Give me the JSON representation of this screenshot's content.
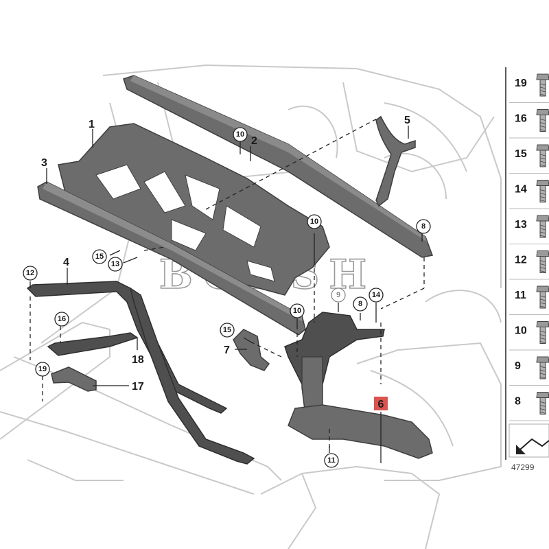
{
  "diagram": {
    "watermark": "BOBSH",
    "catalog_number": "47299",
    "plain_labels": [
      {
        "id": "1",
        "text": "1"
      },
      {
        "id": "2",
        "text": "2"
      },
      {
        "id": "3",
        "text": "3"
      },
      {
        "id": "4",
        "text": "4"
      },
      {
        "id": "5",
        "text": "5"
      },
      {
        "id": "7",
        "text": "7"
      },
      {
        "id": "17",
        "text": "17"
      },
      {
        "id": "18",
        "text": "18"
      }
    ],
    "circled_labels": [
      {
        "id": "c10a",
        "text": "10"
      },
      {
        "id": "c10b",
        "text": "10"
      },
      {
        "id": "c10c",
        "text": "10"
      },
      {
        "id": "c8a",
        "text": "8"
      },
      {
        "id": "c8b",
        "text": "8"
      },
      {
        "id": "c9",
        "text": "9"
      },
      {
        "id": "c14",
        "text": "14"
      },
      {
        "id": "c12",
        "text": "12"
      },
      {
        "id": "c15a",
        "text": "15"
      },
      {
        "id": "c15b",
        "text": "15"
      },
      {
        "id": "c13",
        "text": "13"
      },
      {
        "id": "c16",
        "text": "16"
      },
      {
        "id": "c19",
        "text": "19"
      },
      {
        "id": "c11",
        "text": "11"
      }
    ],
    "highlight_label": {
      "text": "6",
      "color": "#d9534f"
    },
    "fastener_legend": [
      {
        "number": "19",
        "icon": "hex-flange-bolt-icon"
      },
      {
        "number": "16",
        "icon": "hex-bolt-icon"
      },
      {
        "number": "15",
        "icon": "clip-bolt-icon"
      },
      {
        "number": "14",
        "icon": "nut-icon"
      },
      {
        "number": "13",
        "icon": "flange-screw-icon"
      },
      {
        "number": "12",
        "icon": "torx-screw-icon"
      },
      {
        "number": "11",
        "icon": "short-screw-icon"
      },
      {
        "number": "10",
        "icon": "collar-bolt-icon"
      },
      {
        "number": "9",
        "icon": "washer-bolt-icon"
      },
      {
        "number": "8",
        "icon": "flange-nut-icon"
      }
    ]
  }
}
